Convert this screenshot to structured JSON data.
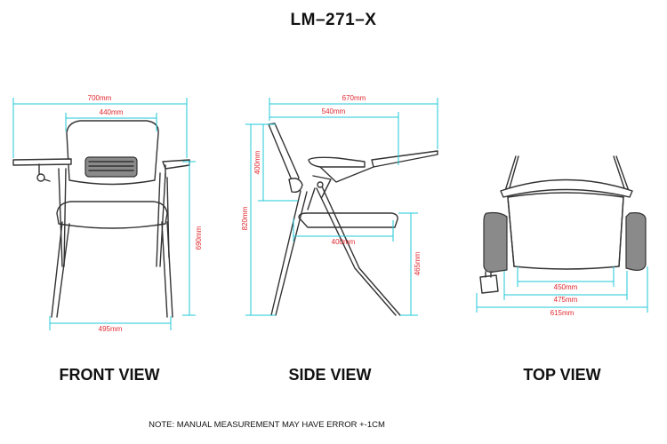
{
  "title": "LM–271–X",
  "views": {
    "front": "FRONT VIEW",
    "side": "SIDE VIEW",
    "top": "TOP VIEW"
  },
  "dimensions": {
    "front_overall_width": "700mm",
    "front_back_width": "440mm",
    "front_height": "690mm",
    "front_base_width": "495mm",
    "side_overall_depth": "670mm",
    "side_depth": "540mm",
    "side_back_height": "400mm",
    "side_overall_height": "820mm",
    "side_seat_depth": "400mm",
    "side_seat_height": "465mm",
    "top_inner_width": "450mm",
    "top_mid_width": "475mm",
    "top_overall_width": "615mm"
  },
  "note": "NOTE: MANUAL MEASUREMENT MAY HAVE ERROR +-1CM",
  "colors": {
    "dimension_line": "#1fc8d8",
    "dimension_text": "#e0282e",
    "outline": "#333333"
  }
}
